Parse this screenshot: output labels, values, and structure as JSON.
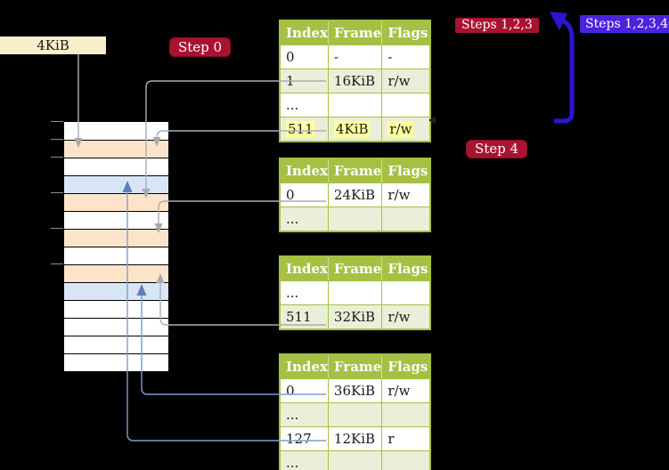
{
  "labels": {
    "frame_size_box": "4KiB",
    "step0": "Step 0",
    "steps123": "Steps 1,2,3",
    "steps1234": "Steps 1,2,3,4",
    "step4": "Step 4"
  },
  "memory": {
    "rows": [
      "white",
      "peach",
      "white",
      "blue",
      "peach",
      "white",
      "peach",
      "white",
      "peach",
      "blue",
      "white",
      "white",
      "white",
      "white"
    ]
  },
  "tables": [
    {
      "headers": [
        "Index",
        "Frame",
        "Flags"
      ],
      "rows": [
        {
          "cells": [
            "0",
            "-",
            "-"
          ],
          "shaded": false,
          "highlight": false
        },
        {
          "cells": [
            "1",
            "16KiB",
            "r/w"
          ],
          "shaded": true,
          "highlight": false
        },
        {
          "cells": [
            "...",
            "",
            ""
          ],
          "shaded": false,
          "highlight": false
        },
        {
          "cells": [
            "511",
            "4KiB",
            "r/w"
          ],
          "shaded": true,
          "highlight": true
        }
      ]
    },
    {
      "headers": [
        "Index",
        "Frame",
        "Flags"
      ],
      "rows": [
        {
          "cells": [
            "0",
            "24KiB",
            "r/w"
          ],
          "shaded": false,
          "highlight": false
        },
        {
          "cells": [
            "...",
            "",
            ""
          ],
          "shaded": true,
          "highlight": false
        }
      ]
    },
    {
      "headers": [
        "Index",
        "Frame",
        "Flags"
      ],
      "rows": [
        {
          "cells": [
            "...",
            "",
            ""
          ],
          "shaded": false,
          "highlight": false
        },
        {
          "cells": [
            "511",
            "32KiB",
            "r/w"
          ],
          "shaded": true,
          "highlight": false
        }
      ]
    },
    {
      "headers": [
        "Index",
        "Frame",
        "Flags"
      ],
      "rows": [
        {
          "cells": [
            "0",
            "36KiB",
            "r/w"
          ],
          "shaded": false,
          "highlight": false
        },
        {
          "cells": [
            "...",
            "",
            ""
          ],
          "shaded": true,
          "highlight": false
        },
        {
          "cells": [
            "127",
            "12KiB",
            "r"
          ],
          "shaded": false,
          "highlight": false
        },
        {
          "cells": [
            "...",
            "",
            ""
          ],
          "shaded": true,
          "highlight": false
        }
      ]
    }
  ],
  "colors": {
    "badge_red": "#a91330",
    "badge_blue": "#4b22dd",
    "arrow_blue": "#2a15d6",
    "connector_gray": "#a9aeb4",
    "connector_blue": "#7e9dce",
    "table_header_green": "#a6c044",
    "table_row_green": "#e9efd8",
    "highlight_yellow": "#ffff9e",
    "memory_peach": "#fce4cb",
    "memory_blue": "#d8e5f5",
    "frame_box_tan": "#f9eecb"
  }
}
